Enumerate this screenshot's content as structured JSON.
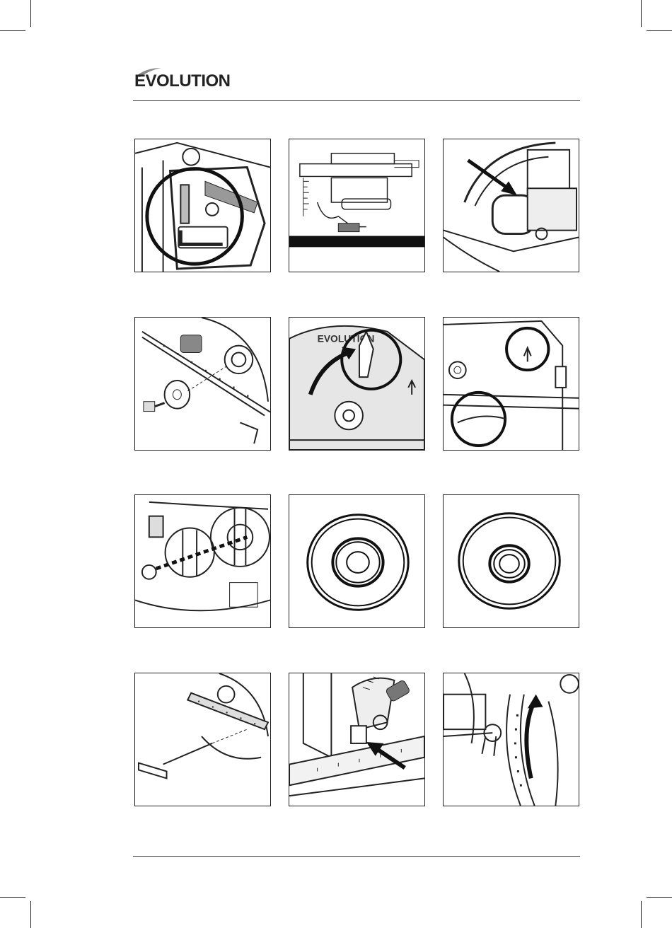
{
  "header": {
    "brand": "EVOLUTION"
  },
  "figures": [
    {
      "id": "fig-1",
      "icon": "hex-key-in-holder-circled-illustration"
    },
    {
      "id": "fig-2",
      "icon": "saw-side-view-diagram-illustration"
    },
    {
      "id": "fig-3",
      "icon": "spindle-lock-button-arrow-illustration"
    },
    {
      "id": "fig-4",
      "icon": "blade-bolt-washer-exploded-illustration"
    },
    {
      "id": "fig-5",
      "icon": "guard-lever-rotate-arrow-illustration"
    },
    {
      "id": "fig-6",
      "icon": "blade-direction-arrows-circled-illustration"
    },
    {
      "id": "fig-7",
      "icon": "blade-flange-alignment-illustration"
    },
    {
      "id": "fig-8",
      "icon": "outer-flange-washer-illustration"
    },
    {
      "id": "fig-9",
      "icon": "inner-flange-washer-illustration"
    },
    {
      "id": "fig-10",
      "icon": "parallel-guide-insertion-illustration"
    },
    {
      "id": "fig-11",
      "icon": "bevel-lock-knob-arrow-illustration"
    },
    {
      "id": "fig-12",
      "icon": "bevel-scale-tilt-arrow-illustration"
    }
  ],
  "colors": {
    "ink": "#222222",
    "panel_border": "#222222",
    "background": "#ffffff"
  }
}
